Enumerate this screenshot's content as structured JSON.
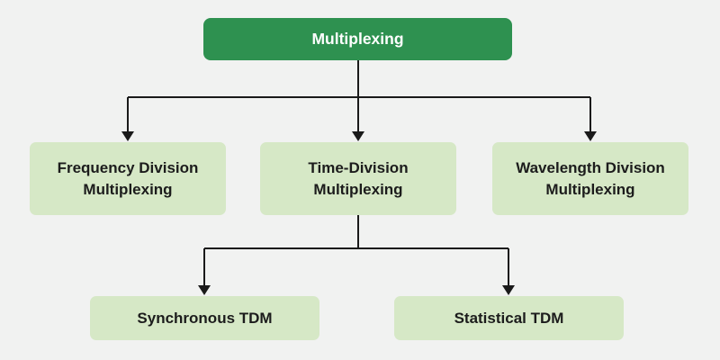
{
  "colors": {
    "canvas-bg": "#F1F2F1",
    "root-bg": "#2E9150",
    "root-text": "#FFFFFF",
    "node-bg": "#D6E8C6",
    "node-text": "#1C1C1C",
    "connector": "#1A1A1A"
  },
  "nodes": {
    "root": {
      "label": "Multiplexing"
    },
    "fdm": {
      "label": "Frequency Division Multiplexing"
    },
    "tdm": {
      "label": "Time-Division Multiplexing"
    },
    "wdm": {
      "label": "Wavelength Division Multiplexing"
    },
    "sync_tdm": {
      "label": "Synchronous TDM"
    },
    "stat_tdm": {
      "label": "Statistical TDM"
    }
  }
}
